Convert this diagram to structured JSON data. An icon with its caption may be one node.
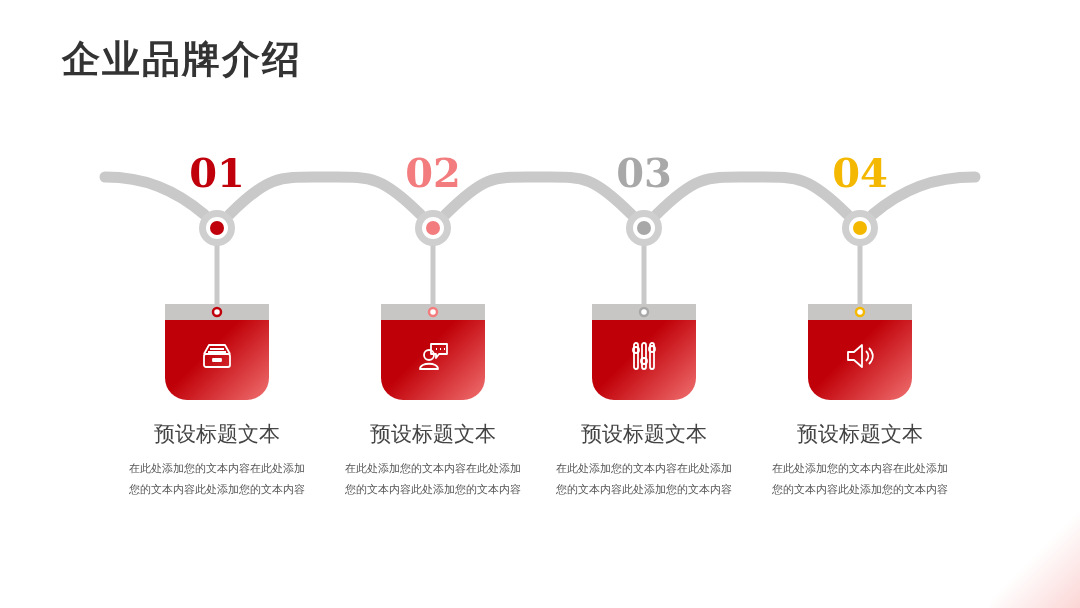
{
  "diagram": {
    "title": "企业品牌介绍",
    "nodes": [
      {
        "text": [
          "01"
        ]
      },
      {
        "text": [
          "预设标题文本",
          "在此处添加您的文本内容在此处添加您的文本内容此处添加您的文本内容"
        ]
      },
      {
        "text": [
          "02"
        ]
      },
      {
        "text": [
          "预设标题文本",
          "在此处添加您的文本内容在此处添加您的文本内容此处添加您的文本内容"
        ]
      },
      {
        "text": [
          "03"
        ]
      },
      {
        "text": [
          "预设标题文本",
          "在此处添加您的文本内容在此处添加您的文本内容此处添加您的文本内容"
        ]
      },
      {
        "text": [
          "04"
        ]
      },
      {
        "text": [
          "预设标题文本",
          "在此处添加您的文本内容在此处添加您的文本内容此处添加您的文本内容"
        ]
      }
    ],
    "edges": [
      {
        "from": null,
        "to": 0,
        "arrow": "none"
      },
      {
        "from": 0,
        "to": 2,
        "arrow": "none"
      },
      {
        "from": 2,
        "to": 4,
        "arrow": "none"
      },
      {
        "from": 4,
        "to": 6,
        "arrow": "none"
      },
      {
        "from": 6,
        "to": null,
        "arrow": "none"
      },
      {
        "from": 0,
        "to": 1,
        "arrow": "none"
      },
      {
        "from": 2,
        "to": 3,
        "arrow": "none"
      },
      {
        "from": 4,
        "to": 5,
        "arrow": "none"
      },
      {
        "from": 6,
        "to": 7,
        "arrow": "none"
      }
    ]
  }
}
